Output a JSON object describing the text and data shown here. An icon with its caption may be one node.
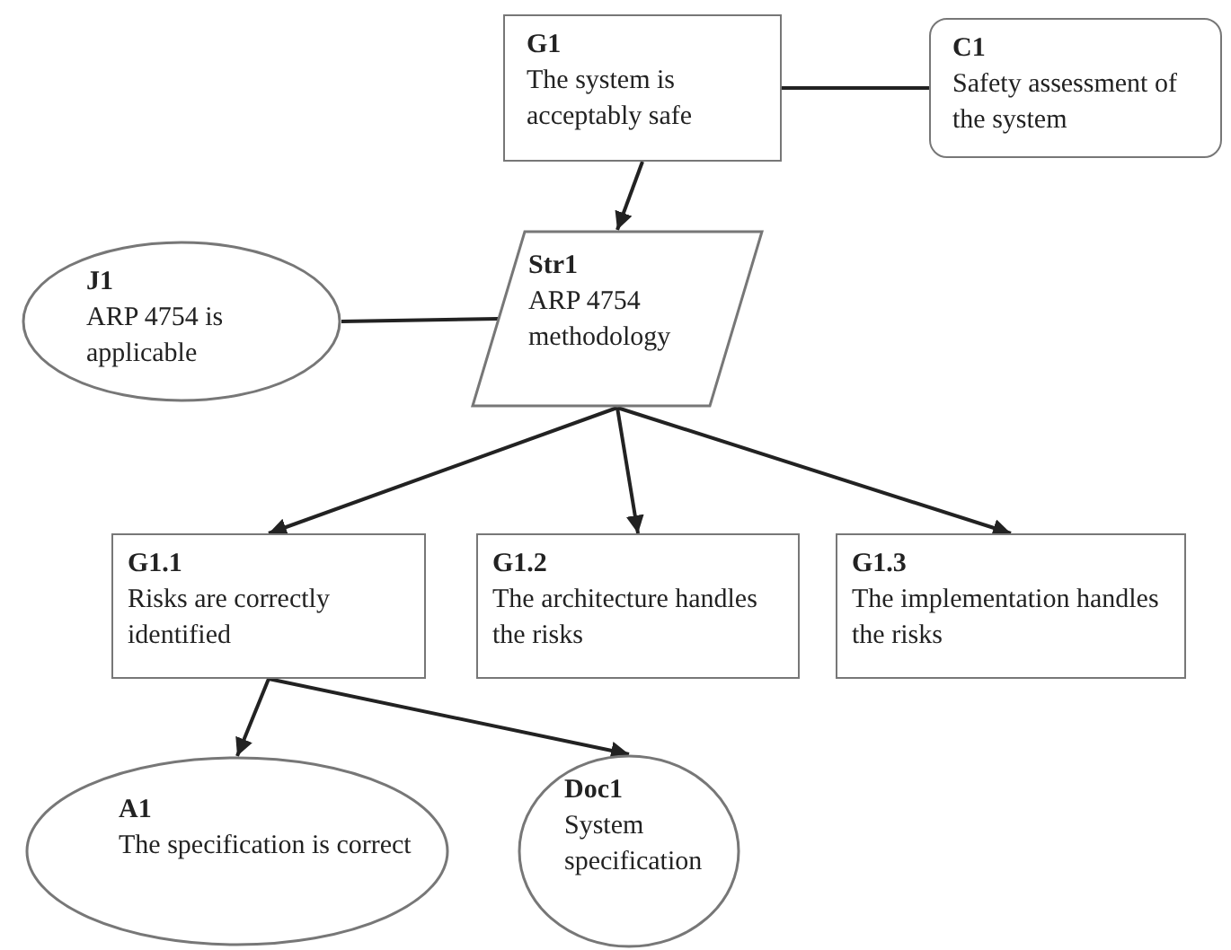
{
  "diagram": {
    "nodes": [
      {
        "text": [
          "G1",
          "The system is acceptably safe"
        ]
      },
      {
        "text": [
          "C1",
          "Safety assessment of the system"
        ]
      },
      {
        "text": [
          "J1",
          "ARP 4754 is applicable"
        ]
      },
      {
        "text": [
          "Str1",
          "ARP 4754 methodology"
        ]
      },
      {
        "text": [
          "G1.1",
          "Risks are correctly identified"
        ]
      },
      {
        "text": [
          "G1.2",
          "The architecture handles the risks"
        ]
      },
      {
        "text": [
          "G1.3",
          "The implementation handles the risks"
        ]
      },
      {
        "text": [
          "A1",
          "The specification is correct"
        ]
      },
      {
        "text": [
          "Doc1",
          "System specification"
        ]
      }
    ],
    "edges": [
      {
        "from": 0,
        "to": 1,
        "arrow": "none"
      },
      {
        "from": 0,
        "to": 3,
        "arrow": "to"
      },
      {
        "from": 2,
        "to": 3,
        "arrow": "none"
      },
      {
        "from": 3,
        "to": 4,
        "arrow": "to"
      },
      {
        "from": 3,
        "to": 5,
        "arrow": "to"
      },
      {
        "from": 3,
        "to": 6,
        "arrow": "to"
      },
      {
        "from": 4,
        "to": 7,
        "arrow": "to"
      },
      {
        "from": 4,
        "to": 8,
        "arrow": "to"
      }
    ]
  }
}
